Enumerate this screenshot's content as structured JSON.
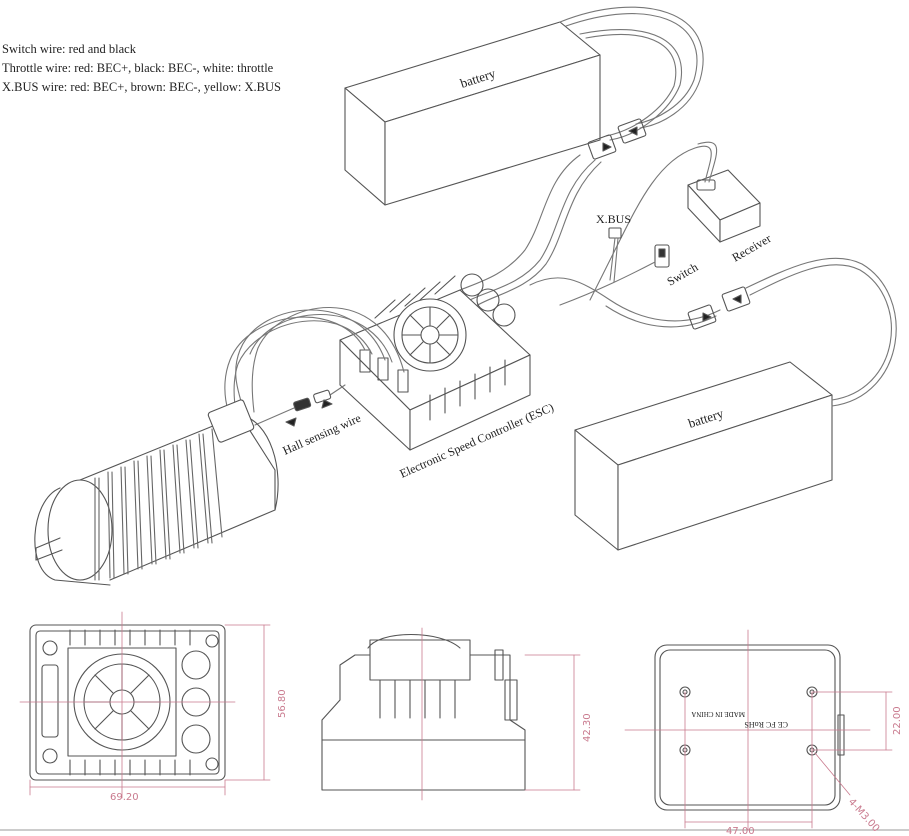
{
  "notes": {
    "switch_wire": "Switch wire: red and black",
    "throttle_wire": "Throttle wire: red: BEC+, black: BEC-, white: throttle",
    "xbus_wire": "X.BUS wire: red: BEC+, brown: BEC-, yellow: X.BUS"
  },
  "labels": {
    "battery_top": "battery",
    "battery_bottom": "battery",
    "xbus": "X.BUS",
    "receiver": "Receiver",
    "switch": "Switch",
    "hall_sensing_wire": "Hall sensing wire",
    "esc": "Electronic Speed Controller (ESC)"
  },
  "dimensions": {
    "top_view_width": "69.20",
    "top_view_height": "56.80",
    "side_view_height": "42.30",
    "bottom_hole_spacing_v": "22.00",
    "bottom_hole_spacing_h": "47.00",
    "bottom_hole_spec": "4-M3.00"
  },
  "bottom_plate_marks": {
    "made_in": "MADE IN CHINA",
    "certs": "CE FC RoHS"
  },
  "colors": {
    "line": "#444444",
    "dimension": "#c97a8e",
    "text": "#222222"
  }
}
